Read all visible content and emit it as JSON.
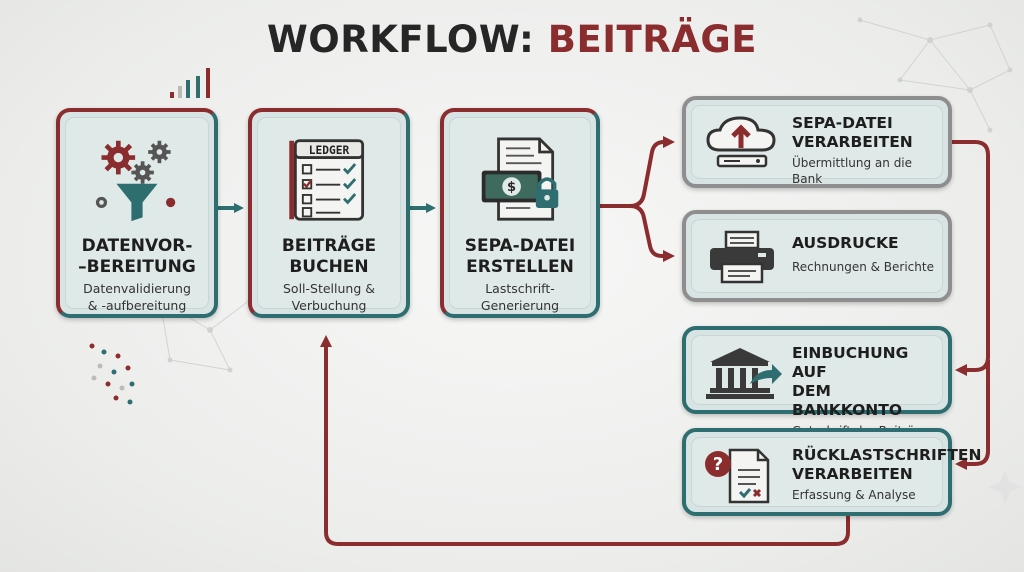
{
  "title": {
    "part1": "WORKFLOW:",
    "part2": "BEITRÄGE"
  },
  "steps": [
    {
      "title_l1": "DATENVOR-",
      "title_l2": "–BEREITUNG",
      "sub_l1": "Datenvalidierung",
      "sub_l2": "& -aufbereitung",
      "icon": "gears-funnel-icon"
    },
    {
      "title_l1": "BEITRÄGE",
      "title_l2": "BUCHEN",
      "sub_l1": "Soll-Stellung &",
      "sub_l2": "Verbuchung",
      "icon": "ledger-checklist-icon",
      "icon_text": "LEDGER"
    },
    {
      "title_l1": "SEPA-DATEI",
      "title_l2": "ERSTELLEN",
      "sub_l1": "Lastschrift-",
      "sub_l2": "Generierung",
      "icon": "document-money-lock-icon"
    }
  ],
  "results": [
    {
      "title_l1": "SEPA-DATEI",
      "title_l2": "VERARBEITEN",
      "sub": "Übermittlung an die Bank",
      "icon": "cloud-upload-icon"
    },
    {
      "title_l1": "AUSDRUCKE",
      "title_l2": "",
      "sub": "Rechnungen & Berichte",
      "icon": "printer-icon"
    },
    {
      "title_l1": "EINBUCHUNG AUF",
      "title_l2": "DEM BANKKONTO",
      "sub": "Gutschrift der Beiträge",
      "icon": "bank-icon"
    },
    {
      "title_l1": "RÜCKLASTSCHRIFTEN",
      "title_l2": "VERARBEITEN",
      "sub": "Erfassung & Analyse",
      "icon": "question-document-icon"
    }
  ],
  "colors": {
    "accent_red": "#8b2c2e",
    "accent_teal": "#2e6e70",
    "box_fill": "#dfe9e8",
    "gray_border": "#8e8e8e",
    "text_dark": "#262626"
  }
}
